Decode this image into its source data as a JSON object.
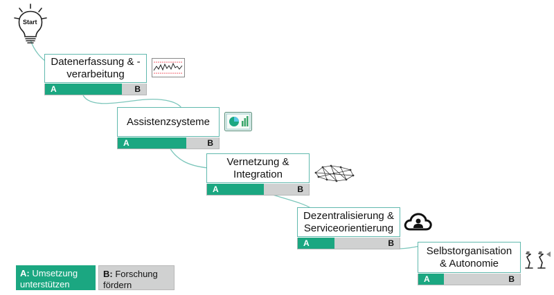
{
  "start_label": "Start",
  "stages": [
    {
      "title": "Datenerfassung & - verarbeitung",
      "a_label": "A",
      "b_label": "B",
      "a_fraction": 0.76
    },
    {
      "title": "Assistenzsysteme",
      "a_label": "A",
      "b_label": "B",
      "a_fraction": 0.68
    },
    {
      "title": "Vernetzung & Integration",
      "a_label": "A",
      "b_label": "B",
      "a_fraction": 0.56
    },
    {
      "title": "Dezentralisierung & Serviceorientierung",
      "a_label": "A",
      "b_label": "B",
      "a_fraction": 0.36
    },
    {
      "title": "Selbstorganisation & Autonomie",
      "a_label": "A",
      "b_label": "B",
      "a_fraction": 0.25
    }
  ],
  "legend": {
    "a_key": "A:",
    "a_text": "Umsetzung unterstützen",
    "b_key": "B:",
    "b_text": "Forschung fördern"
  },
  "colors": {
    "accent_green": "#1ba781",
    "border_teal": "#5fb8ad",
    "bar_gray": "#d0d1d1"
  },
  "icons": [
    "lightbulb-icon",
    "line-chart-icon",
    "dashboard-icon",
    "network-mesh-icon",
    "cloud-user-icon",
    "robot-arms-icon"
  ]
}
